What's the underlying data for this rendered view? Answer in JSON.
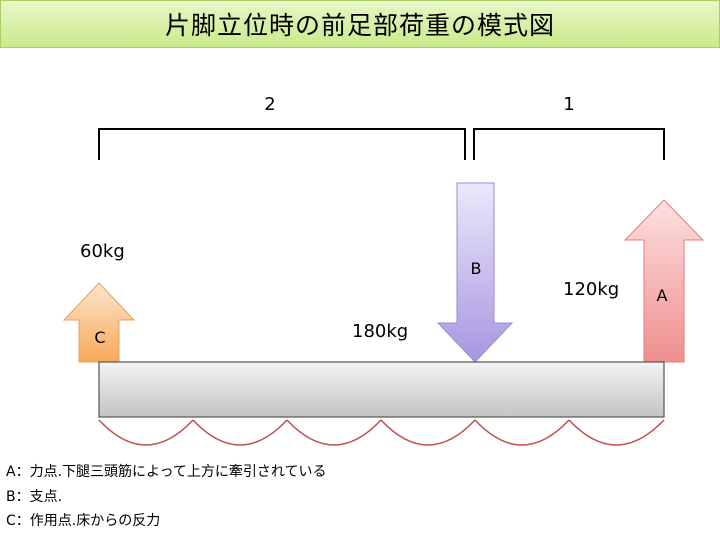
{
  "title": "片脚立位時の前足部荷重の模式図",
  "ratio_labels": {
    "left": "2",
    "right": "1"
  },
  "forces": {
    "c": {
      "letter": "C",
      "weight": "60kg"
    },
    "b": {
      "letter": "B",
      "weight": "180kg"
    },
    "a": {
      "letter": "A",
      "weight": "120kg"
    }
  },
  "legend": [
    "A：力点.下腿三頭筋によって上方に牽引されている",
    "B：支点.",
    "C：作用点.床からの反力"
  ],
  "colors": {
    "title_bg": "#cdeb91",
    "arrow_c": "#f6b26b",
    "arrow_b": "#b9a9e6",
    "arrow_a": "#f29b9b",
    "bar": "#d9d9d9",
    "arch": "#c0504d"
  }
}
